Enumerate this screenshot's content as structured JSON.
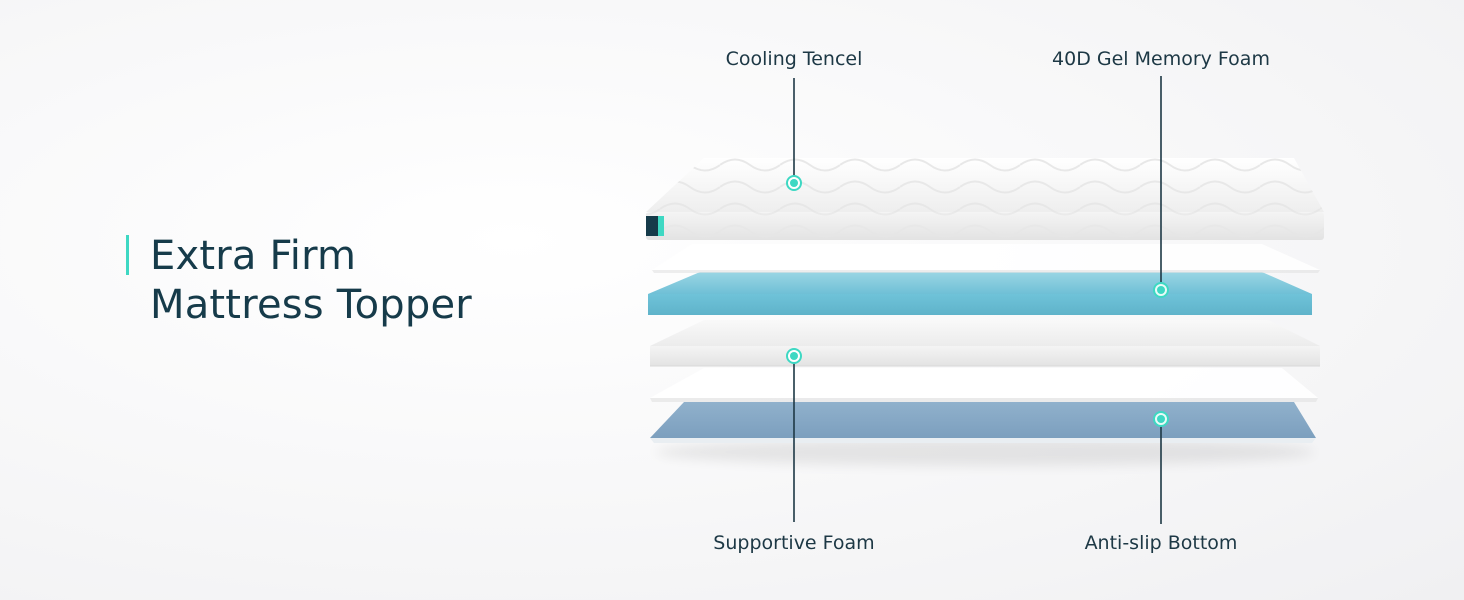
{
  "headline": {
    "line1": "Extra Firm",
    "line2": "Mattress Topper"
  },
  "callouts": {
    "cooling_tencel": "Cooling Tencel",
    "gel_memory_foam": "40D Gel Memory Foam",
    "supportive_foam": "Supportive Foam",
    "anti_slip_bottom": "Anti-slip Bottom"
  },
  "colors": {
    "accent": "#3ed8c3",
    "text": "#163b4a",
    "gel_layer": "#7fcbdc",
    "bottom_layer": "#86a9c6",
    "leader_line": "#1d3845"
  }
}
